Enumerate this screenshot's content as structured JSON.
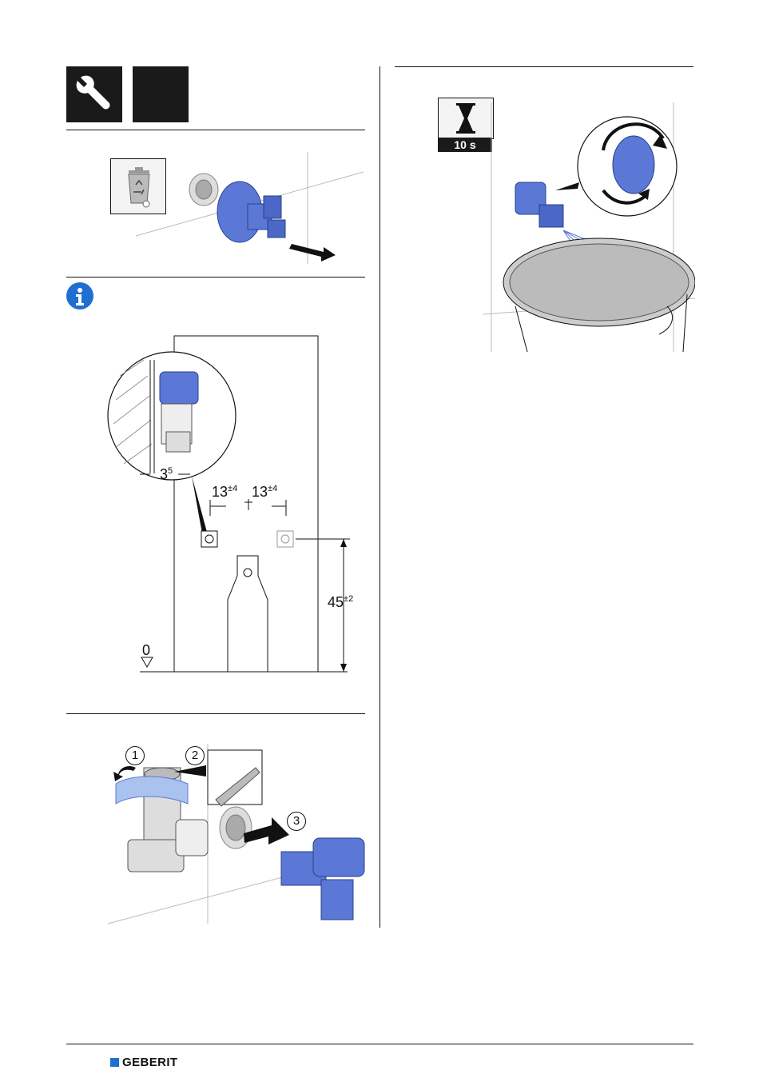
{
  "dimensions": {
    "wall_gap": "3",
    "wall_gap_sup": "5",
    "left_offset": "13",
    "left_offset_sup": "±4",
    "right_offset": "13",
    "right_offset_sup": "±4",
    "height": "45",
    "height_sup": "±2",
    "floor": "0"
  },
  "steps": {
    "s1": "1",
    "s2": "2",
    "s3": "3"
  },
  "timer": {
    "label": "10 s"
  },
  "footer": {
    "brand": "GEBERIT",
    "brand_color": "#1e6fd0"
  },
  "accent_color": "#5b78d6"
}
